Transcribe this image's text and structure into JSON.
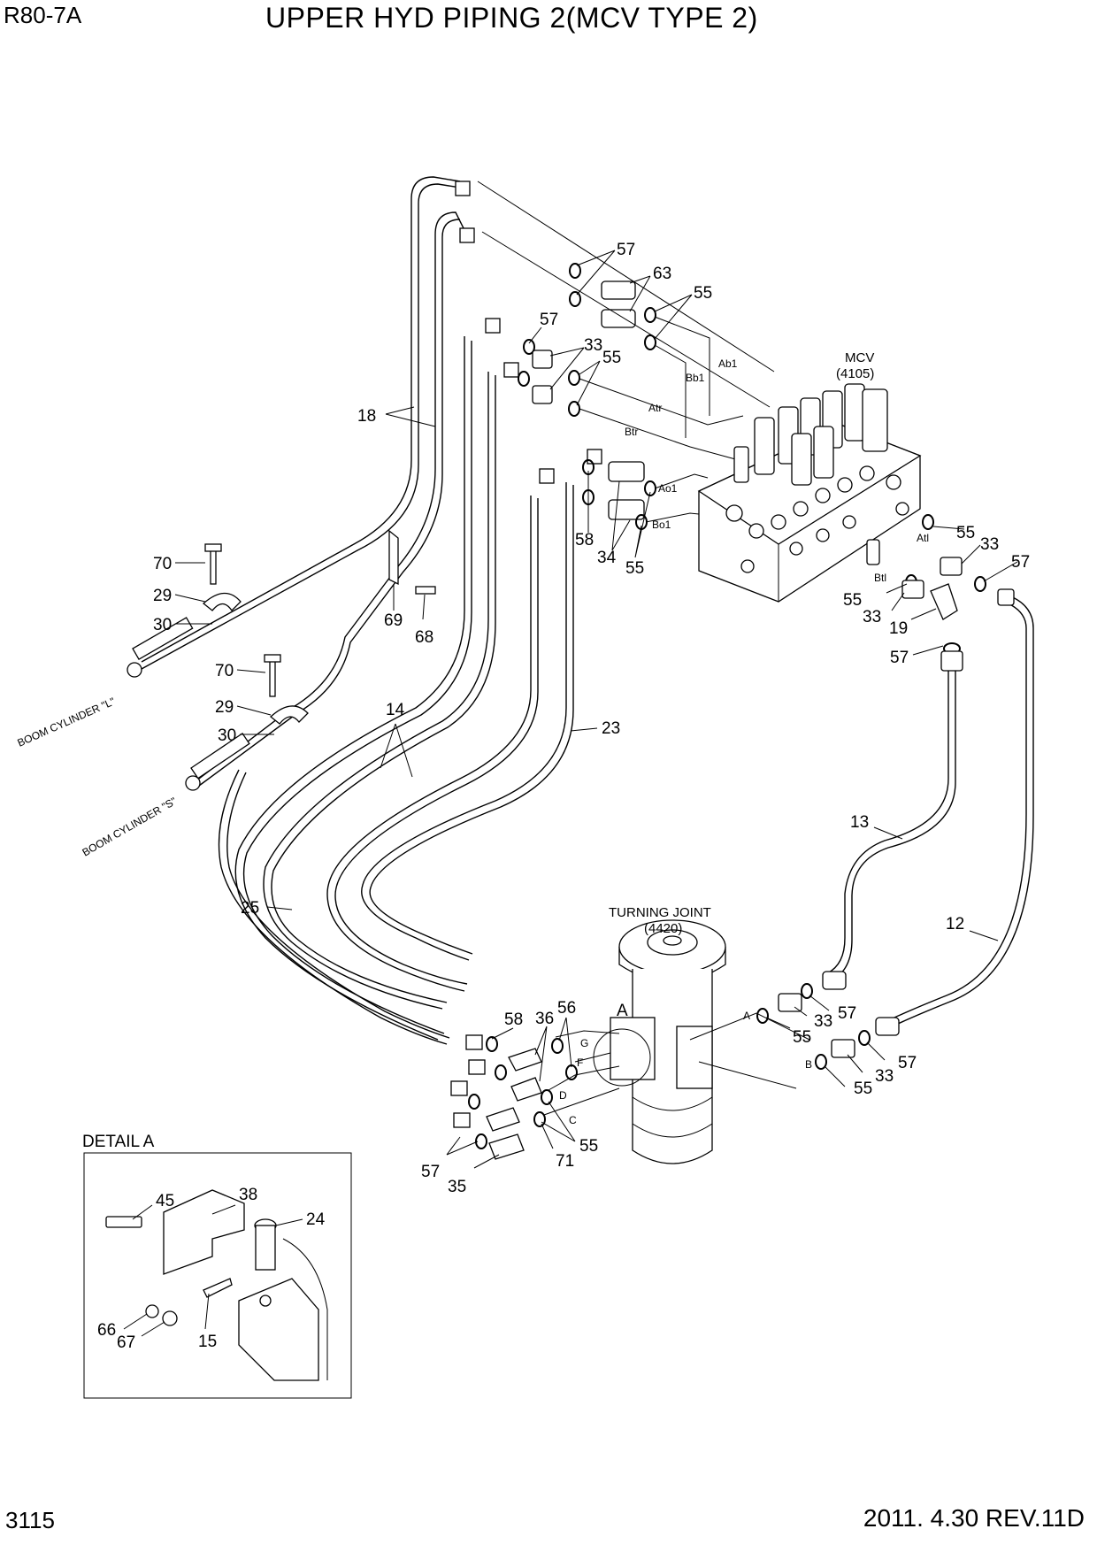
{
  "header": {
    "model": "R80-7A",
    "title": "UPPER HYD PIPING 2(MCV TYPE 2)"
  },
  "footer": {
    "page_number": "3115",
    "revision": "2011. 4.30  REV.11D"
  },
  "components": {
    "mcv_name": "MCV",
    "mcv_code": "(4105)",
    "turning_joint_name": "TURNING JOINT",
    "turning_joint_code": "(4420)",
    "detail_label": "A",
    "detail_title": "DETAIL A"
  },
  "destinations": {
    "boom_l": "BOOM CYLINDER \"L\"",
    "boom_s": "BOOM CYLINDER \"S\""
  },
  "ports": [
    "Ab1",
    "Bb1",
    "Atr",
    "Btr",
    "Ao1",
    "Bo1",
    "Atl",
    "Btl",
    "A",
    "B",
    "G",
    "F",
    "D",
    "C"
  ],
  "callouts": [
    "57",
    "63",
    "55",
    "57",
    "33",
    "55",
    "18",
    "58",
    "34",
    "55",
    "55",
    "33",
    "57",
    "55",
    "33",
    "19",
    "57",
    "70",
    "29",
    "30",
    "69",
    "68",
    "70",
    "29",
    "30",
    "14",
    "23",
    "13",
    "12",
    "25",
    "58",
    "36",
    "56",
    "57",
    "55",
    "33",
    "57",
    "33",
    "55",
    "57",
    "35",
    "71",
    "55",
    "45",
    "38",
    "24",
    "66",
    "67",
    "15"
  ]
}
